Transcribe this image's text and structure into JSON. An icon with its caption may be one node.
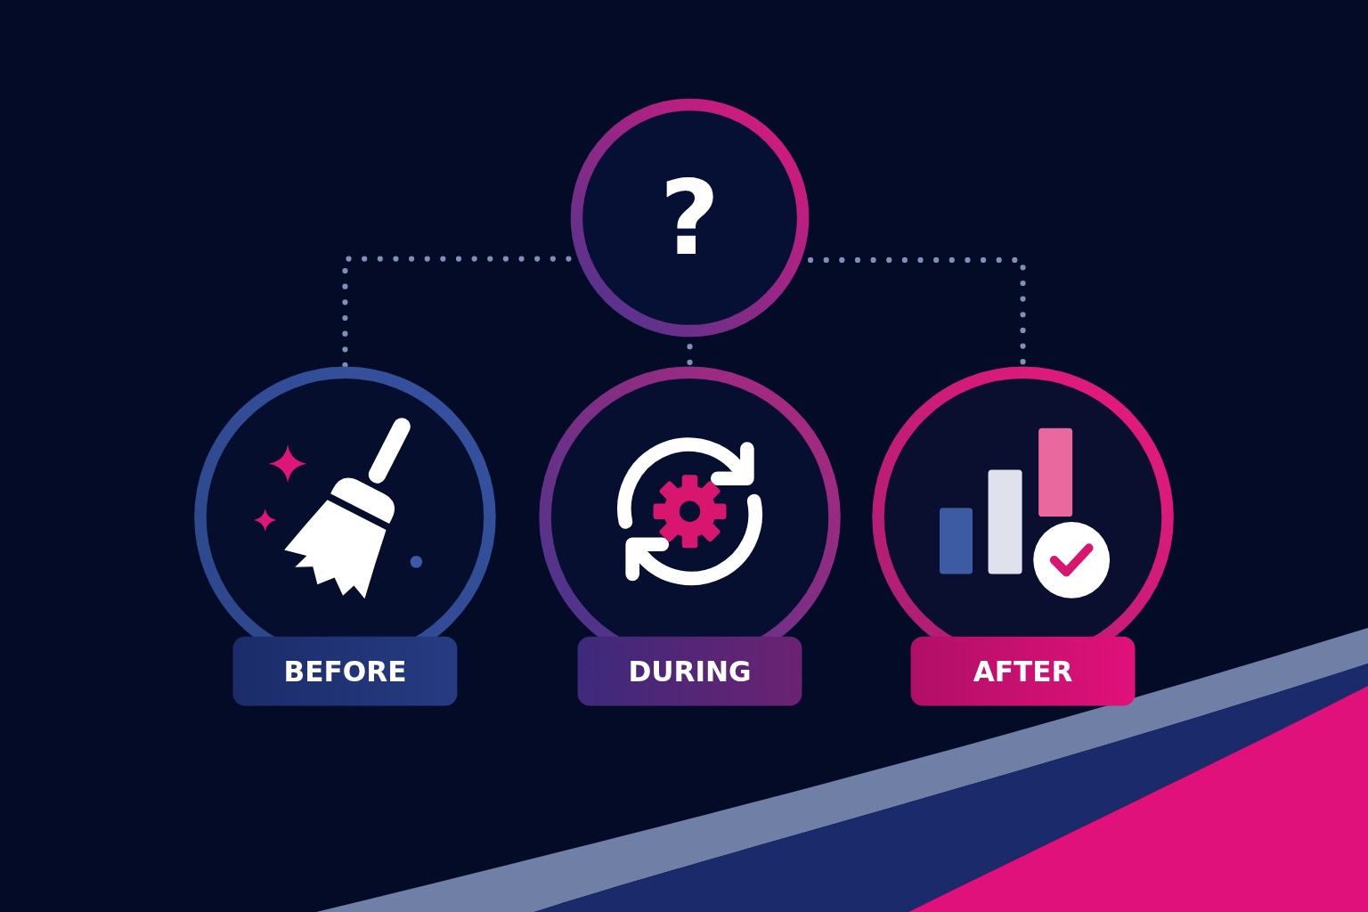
{
  "diagram": {
    "nodes": [
      {
        "text": [
          "?"
        ]
      },
      {
        "text": [
          "BEFORE"
        ]
      },
      {
        "text": [
          "DURING"
        ]
      },
      {
        "text": [
          "AFTER"
        ]
      }
    ],
    "edges": [
      {
        "from": 0,
        "to": 1,
        "arrow": "none",
        "style": "dashed"
      },
      {
        "from": 0,
        "to": 2,
        "arrow": "none",
        "style": "dashed"
      },
      {
        "from": 0,
        "to": 3,
        "arrow": "none",
        "style": "dashed"
      }
    ]
  }
}
